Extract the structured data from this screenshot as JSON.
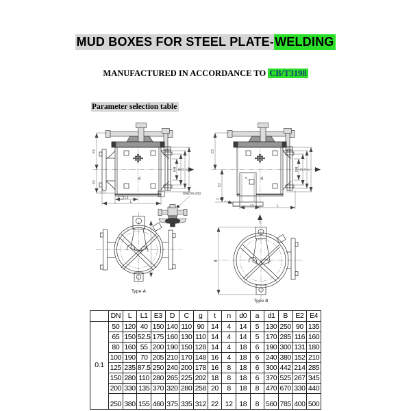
{
  "header": {
    "title": {
      "plain": "MUD BOXES FOR STEEL PLATE-",
      "highlighted": "WELDING"
    },
    "subtitle": {
      "plain": "MANUFACTURED IN ACCORDANCE TO ",
      "highlighted": "CB/T3198"
    },
    "section_label": "Parameter selection table"
  },
  "colors": {
    "green_highlight": "#2be02b",
    "gray_highlight": "#d5d5d5",
    "subtitle_code_text": "#17406f"
  },
  "drawings": {
    "type_a_label": "Type A",
    "type_b_label": "Type B",
    "wrench_note": "DN200-250",
    "dim_labels": {
      "e3": "E3",
      "e2": "E2",
      "l": "L",
      "l1": "L1",
      "d1": "d1",
      "dn": "DN",
      "g": "g",
      "d": "D",
      "c": "C",
      "b": "B",
      "t": "t",
      "a": "a",
      "nd0": "n-d0"
    }
  },
  "table": {
    "group_label": "0.1",
    "headers": [
      "DN",
      "L",
      "L1",
      "E3",
      "D",
      "C",
      "g",
      "t",
      "n",
      "d0",
      "a",
      "d1",
      "B",
      "E2",
      "E4"
    ],
    "rows": [
      [
        "50",
        "120",
        "40",
        "150",
        "140",
        "110",
        "90",
        "14",
        "4",
        "14",
        "5",
        "130",
        "250",
        "90",
        "135"
      ],
      [
        "65",
        "150",
        "52.5",
        "175",
        "160",
        "130",
        "110",
        "14",
        "4",
        "14",
        "5",
        "170",
        "285",
        "116",
        "160"
      ],
      [
        "80",
        "160",
        "55",
        "200",
        "190",
        "150",
        "128",
        "14",
        "4",
        "18",
        "6",
        "190",
        "300",
        "131",
        "180"
      ],
      [
        "100",
        "190",
        "70",
        "205",
        "210",
        "170",
        "148",
        "16",
        "4",
        "18",
        "6",
        "240",
        "380",
        "152",
        "210"
      ],
      [
        "125",
        "235",
        "87.5",
        "250",
        "240",
        "200",
        "178",
        "16",
        "8",
        "18",
        "6",
        "300",
        "442",
        "214",
        "285"
      ],
      [
        "150",
        "280",
        "110",
        "280",
        "265",
        "225",
        "202",
        "18",
        "8",
        "18",
        "6",
        "370",
        "525",
        "267",
        "345"
      ],
      [
        "200",
        "330",
        "135",
        "370",
        "320",
        "280",
        "258",
        "20",
        "8",
        "18",
        "8",
        "470",
        "670",
        "330",
        "440"
      ],
      [
        "250",
        "380",
        "155",
        "460",
        "375",
        "335",
        "312",
        "22",
        "12",
        "18",
        "8",
        "560",
        "785",
        "400",
        "500"
      ]
    ]
  }
}
